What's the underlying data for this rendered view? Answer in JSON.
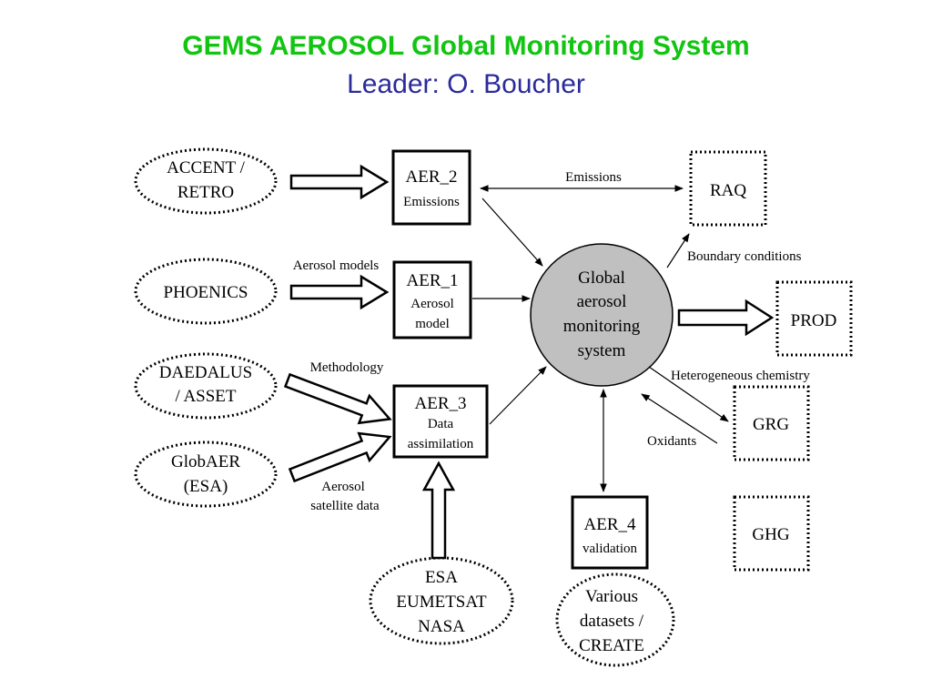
{
  "header": {
    "title": "GEMS AEROSOL Global Monitoring System",
    "subtitle": "Leader: O. Boucher"
  },
  "sources": {
    "accent_retro": [
      "ACCENT /",
      "RETRO"
    ],
    "phoenics": [
      "PHOENICS"
    ],
    "daedalus_asset": [
      "DAEDALUS",
      "/ ASSET"
    ],
    "globaer_esa": [
      "GlobAER",
      "(ESA)"
    ],
    "esa_eumetsat_nasa": [
      "ESA",
      "EUMETSAT",
      "NASA"
    ],
    "various_datasets": [
      "Various",
      "datasets /",
      "CREATE"
    ]
  },
  "modules": {
    "aer2": [
      "AER_2",
      "Emissions"
    ],
    "aer1": [
      "AER_1",
      "Aerosol",
      "model"
    ],
    "aer3": [
      "AER_3",
      "Data",
      "assimilation"
    ],
    "aer4": [
      "AER_4",
      "validation"
    ]
  },
  "hub": [
    "Global",
    "aerosol",
    "monitoring",
    "system"
  ],
  "outputs": {
    "raq": "RAQ",
    "prod": "PROD",
    "grg": "GRG",
    "ghg": "GHG"
  },
  "edge_labels": {
    "emissions": "Emissions",
    "aerosol_models": "Aerosol models",
    "methodology": "Methodology",
    "aerosol_satellite": [
      "Aerosol",
      "satellite data"
    ],
    "boundary_conditions": "Boundary conditions",
    "heterogeneous_chemistry": "Heterogeneous chemistry",
    "oxidants": "Oxidants"
  },
  "colors": {
    "title": "#11c511",
    "subtitle": "#2b2b9a",
    "hub_fill": "#c0c0c0"
  }
}
